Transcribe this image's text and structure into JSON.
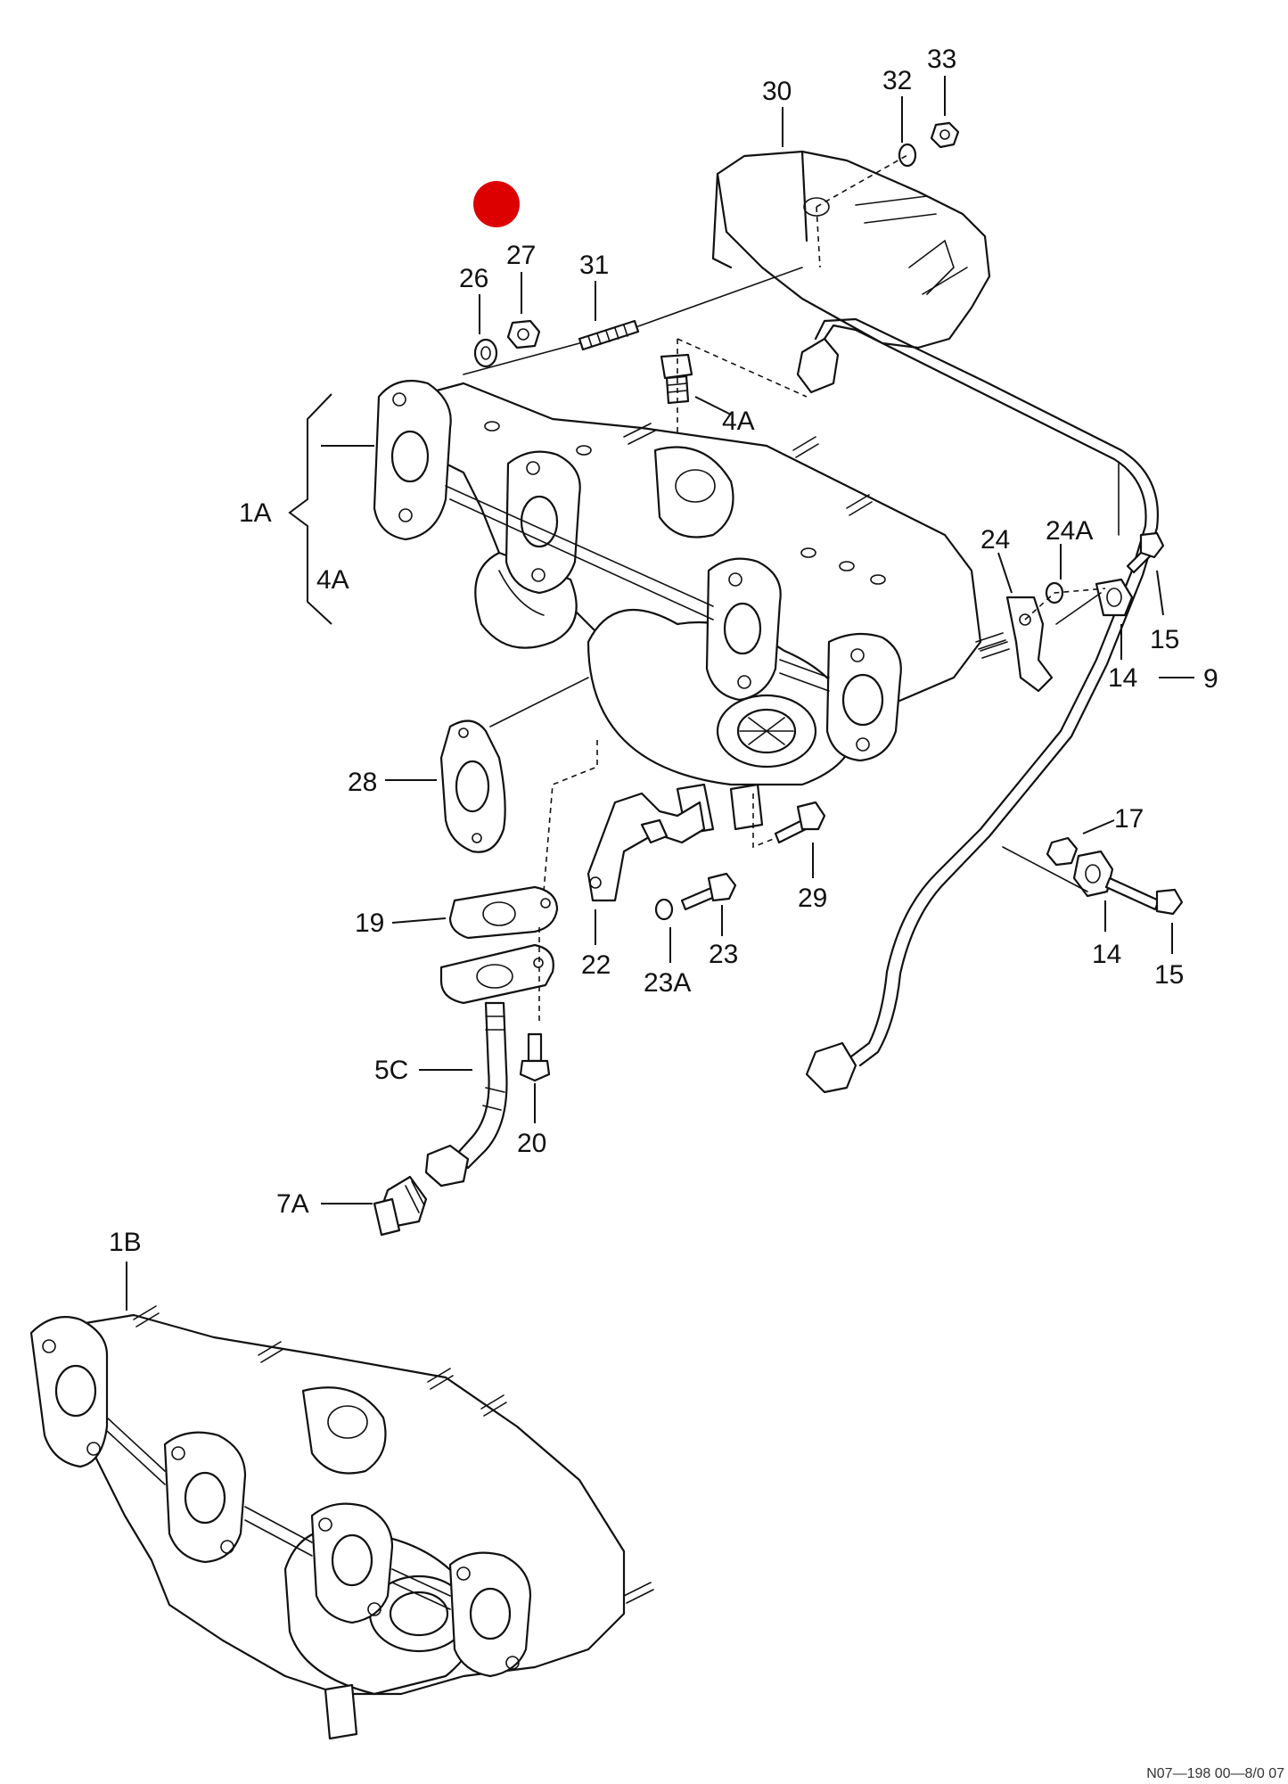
{
  "labels": {
    "l30": "30",
    "l32": "32",
    "l33": "33",
    "l27": "27",
    "l26": "26",
    "l31": "31",
    "l4A_top": "4A",
    "l1A": "1A",
    "l4A_left": "4A",
    "l24": "24",
    "l24A": "24A",
    "l15_a": "15",
    "l14_a": "14",
    "l9": "9",
    "l28": "28",
    "l17": "17",
    "l29": "29",
    "l19": "19",
    "l22": "22",
    "l23": "23",
    "l23A": "23A",
    "l14_b": "14",
    "l15_b": "15",
    "l5C": "5C",
    "l20": "20",
    "l7A": "7A",
    "l1B": "1B"
  },
  "footer_code": "N07—198 00—8/0 07",
  "colors": {
    "marker": "#dd0000",
    "line": "#111111",
    "background": "#ffffff"
  }
}
